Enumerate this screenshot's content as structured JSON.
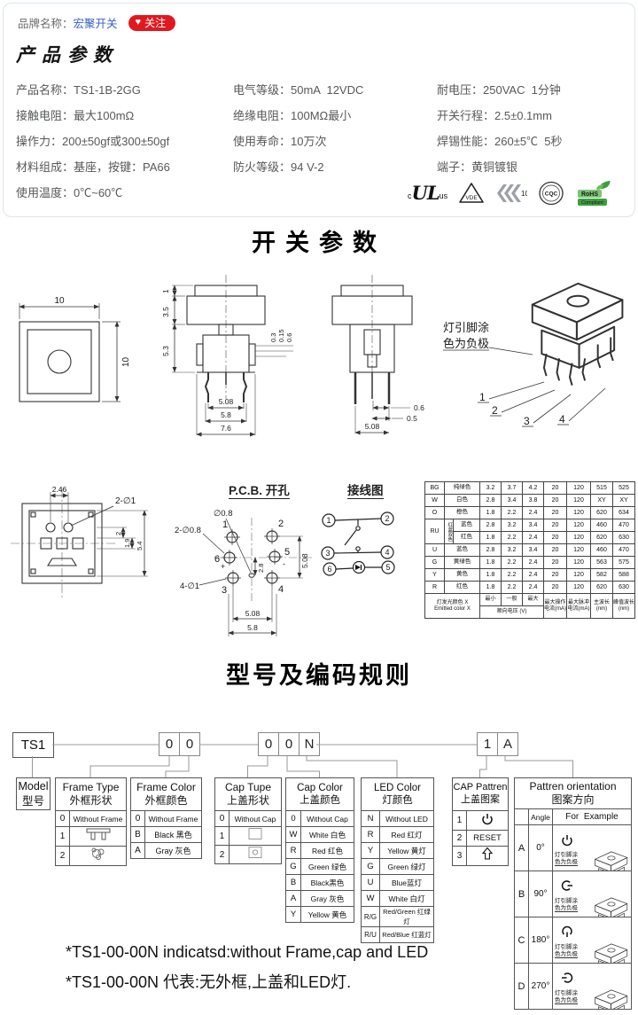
{
  "header": {
    "brand_label": "品牌名称：",
    "brand_name": "宏聚开关",
    "heart_icon": "♥",
    "follow_label": "关注",
    "accent_red": "#e0191f",
    "link_blue": "#3a5ec4"
  },
  "product": {
    "title": "产品参数",
    "rows": [
      [
        "产品名称：TS1-1B-2GG",
        "电气等级：50mA  12VDC",
        "耐电压：250VAC  1分钟"
      ],
      [
        "接触电阻：最大100mΩ",
        "绝缘电阻：100MΩ最小",
        "开关行程：2.5±0.1mm"
      ],
      [
        "操作力：200±50gf或300±50gf",
        "使用寿命：10万次",
        "焊锡性能：260±5℃  5秒"
      ],
      [
        "材料组成：基座，按键：PA66",
        "防火等级：94 V-2",
        "端子：黄铜镀银"
      ],
      [
        "使用温度：0℃~60℃",
        "",
        ""
      ]
    ]
  },
  "certs": {
    "ul_c": "c",
    "ul": "UL",
    "ul_us": "us",
    "vde": "VDE",
    "enec": "10",
    "cqc": "CQC",
    "rohs1": "RoHS",
    "rohs2": "Compliant"
  },
  "sw": {
    "title": "开关参数",
    "tv": {
      "w": "10",
      "h": "10"
    },
    "fv": {
      "d1": "1",
      "d35": "3.5",
      "d53": "5.3",
      "d03": "0.3",
      "d015": "0.15",
      "d06": "0.6",
      "d508": "5.08",
      "d58": "5.8",
      "d76": "7.6"
    },
    "sv": {
      "d06": "0.6",
      "d05": "0.5",
      "d508": "5.08"
    },
    "pv": {
      "note1": "灯引脚涂",
      "note2": "色为负极",
      "p1": "1",
      "p2": "2",
      "p3": "3",
      "p4": "4"
    }
  },
  "pcb": {
    "bv": {
      "t246": "2.46",
      "t2d1": "2-∅1",
      "r2": "2",
      "r19": "1.9",
      "r54": "5.4"
    },
    "title": "P.C.B. 开孔",
    "d": {
      "phi08": "∅0.8",
      "l2": "2-∅0.8",
      "l4": "4-∅1",
      "v28": "2.8",
      "v508": "5.08",
      "b508": "5.08",
      "b58": "5.8",
      "h1": "1",
      "h2": "2",
      "h3": "3",
      "h4": "4",
      "h5": "5",
      "h6": "6",
      "plus": "+",
      "minus": "-"
    },
    "wt": "接线图",
    "w": {
      "p1": "1",
      "p2": "2",
      "p3": "3",
      "p4": "4",
      "p5": "5",
      "p6": "6"
    }
  },
  "led": {
    "r0": {
      "c": "BG",
      "n": "纯绿色",
      "a": "3.2",
      "b": "3.7",
      "x": "4.2",
      "i": "20",
      "p": "120",
      "w": "515",
      "k": "525"
    },
    "r1": {
      "c": "W",
      "n": "白色",
      "a": "2.8",
      "b": "3.4",
      "x": "3.8",
      "i": "20",
      "p": "120",
      "w": "XY",
      "k": "XY"
    },
    "r2": {
      "c": "O",
      "n": "橙色",
      "a": "1.8",
      "b": "2.2",
      "x": "2.4",
      "i": "20",
      "p": "120",
      "w": "620",
      "k": "634"
    },
    "ru": {
      "c": "RU",
      "v": "红蓝双色",
      "b": {
        "n": "蓝色",
        "a": "2.8",
        "b": "3.2",
        "x": "3.4",
        "i": "20",
        "p": "120",
        "w": "460",
        "k": "470"
      },
      "r": {
        "n": "红色",
        "a": "1.8",
        "b": "2.2",
        "x": "2.4",
        "i": "20",
        "p": "120",
        "w": "620",
        "k": "630"
      }
    },
    "r3": {
      "c": "U",
      "n": "蓝色",
      "a": "2.8",
      "b": "3.2",
      "x": "3.4",
      "i": "20",
      "p": "120",
      "w": "460",
      "k": "470"
    },
    "r4": {
      "c": "G",
      "n": "黄绿色",
      "a": "1.8",
      "b": "2.2",
      "x": "2.4",
      "i": "20",
      "p": "120",
      "w": "563",
      "k": "575"
    },
    "r5": {
      "c": "Y",
      "n": "黄色",
      "a": "1.8",
      "b": "2.2",
      "x": "2.4",
      "i": "20",
      "p": "120",
      "w": "582",
      "k": "588"
    },
    "r6": {
      "c": "R",
      "n": "红色",
      "a": "1.8",
      "b": "2.2",
      "x": "2.4",
      "i": "20",
      "p": "120",
      "w": "620",
      "k": "630"
    },
    "f": {
      "l1": "灯发光颜色  X",
      "l2": "Emitted color X",
      "min": "最小",
      "typ": "一般",
      "max": "最大",
      "vf": "顺向电压 (V)",
      "iop": "最大操作电流(mA)",
      "ipk": "最大脉冲电流(mA)",
      "wl": "主波长(nm)",
      "pk": "峰值波长(nm)"
    }
  },
  "code": {
    "title": "型号及编码规则",
    "b_model": "TS1",
    "b_f1": "0",
    "b_f2": "0",
    "b_c1": "0",
    "b_c2": "0",
    "b_c3": "N",
    "b_p1": "1",
    "b_p2": "A",
    "model": {
      "en": "Model",
      "cn": "型号"
    },
    "ft": {
      "en": "Frame Type",
      "cn": "外框形状",
      "k0": "0",
      "v0": "Without Frame",
      "k1": "1",
      "k2": "2"
    },
    "fc": {
      "en": "Frame Color",
      "cn": "外框颜色",
      "k0": "0",
      "v0": "Without Frame",
      "k1": "B",
      "v1": "Black 黑色",
      "k2": "A",
      "v2": "Gray 灰色"
    },
    "ct": {
      "en": "Cap Tupe",
      "cn": "上盖形状",
      "k0": "0",
      "v0": "Without Cap",
      "k1": "1",
      "k2": "2"
    },
    "cc": {
      "en": "Cap Color",
      "cn": "上盖颜色",
      "k0": "0",
      "v0": "Without Cap",
      "k1": "W",
      "v1": "White 白色",
      "k2": "R",
      "v2": "Red 红色",
      "k3": "G",
      "v3": "Green 绿色",
      "k4": "B",
      "v4": "Black黑色",
      "k5": "A",
      "v5": "Gray 灰色",
      "k6": "Y",
      "v6": "Yellow 黄色"
    },
    "lc": {
      "en": "LED Color",
      "cn": "灯颜色",
      "k0": "N",
      "v0": "Without LED",
      "k1": "R",
      "v1": "Red 红灯",
      "k2": "Y",
      "v2": "Yellow 黄灯",
      "k3": "G",
      "v3": "Green 绿灯",
      "k4": "U",
      "v4": "Blue蓝灯",
      "k5": "W",
      "v5": "White 白灯",
      "k6": "R/G",
      "v6": "Red/Green 红绿灯",
      "k7": "R/U",
      "v7": "Red/Blue 红蓝灯"
    },
    "cp": {
      "en": "CAP Pattren",
      "cn": "上盖图案",
      "k0": "1",
      "k1": "2",
      "v1": "RESET",
      "k2": "3"
    },
    "or": {
      "en": "Pattren orientation",
      "cn": "图案方向",
      "angle": "Angle",
      "example": "For  Example",
      "note1": "灯引脚涂",
      "note2": "色为负极",
      "kA": "A",
      "aA": "0°",
      "kB": "B",
      "aB": "90°",
      "kC": "C",
      "aC": "180°",
      "kD": "D",
      "aD": "270°"
    },
    "note_en": "*TS1-00-00N indicatsd:without Frame,cap and LED",
    "note_cn": "*TS1-00-00N 代表:无外框,上盖和LED灯."
  }
}
